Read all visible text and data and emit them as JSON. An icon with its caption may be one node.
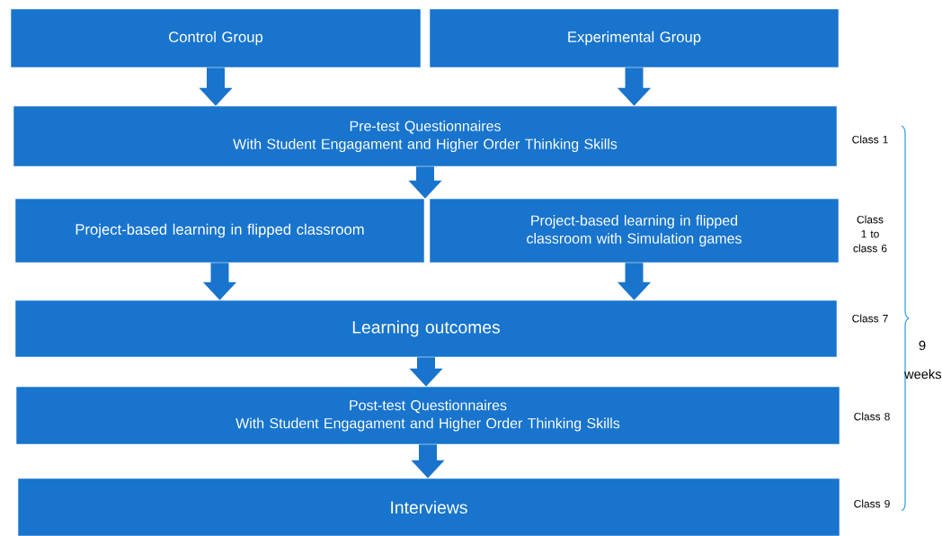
{
  "diagram": {
    "nodes": [
      {
        "text": [
          "Control Group"
        ]
      },
      {
        "text": [
          "Experimental Group"
        ]
      },
      {
        "text": [
          "Pre-test Questionnaires",
          "With Student Engagament and Higher Order Thinking Skills"
        ]
      },
      {
        "text": [
          "Project-based learning in flipped classroom"
        ]
      },
      {
        "text": [
          "Project-based learning in flipped classroom with Simulation games"
        ]
      },
      {
        "text": [
          "Learning outcomes"
        ]
      },
      {
        "text": [
          "Post-test Questionnaires",
          "With Student Engagament and Higher Order Thinking Skills"
        ]
      },
      {
        "text": [
          "Interviews"
        ]
      }
    ],
    "edges": [
      {
        "from": 0,
        "to": 2,
        "arrow": "to"
      },
      {
        "from": 1,
        "to": 2,
        "arrow": "to"
      },
      {
        "from": 2,
        "to": 3,
        "arrow": "to"
      },
      {
        "from": 2,
        "to": 4,
        "arrow": "to"
      },
      {
        "from": 3,
        "to": 5,
        "arrow": "to"
      },
      {
        "from": 4,
        "to": 5,
        "arrow": "to"
      },
      {
        "from": 5,
        "to": 6,
        "arrow": "to"
      },
      {
        "from": 6,
        "to": 7,
        "arrow": "to"
      }
    ],
    "labels": [
      "Class 1",
      "Class 1 to class 6",
      "9 weeks",
      "Class 7",
      "Class 8",
      "Class 9"
    ]
  }
}
